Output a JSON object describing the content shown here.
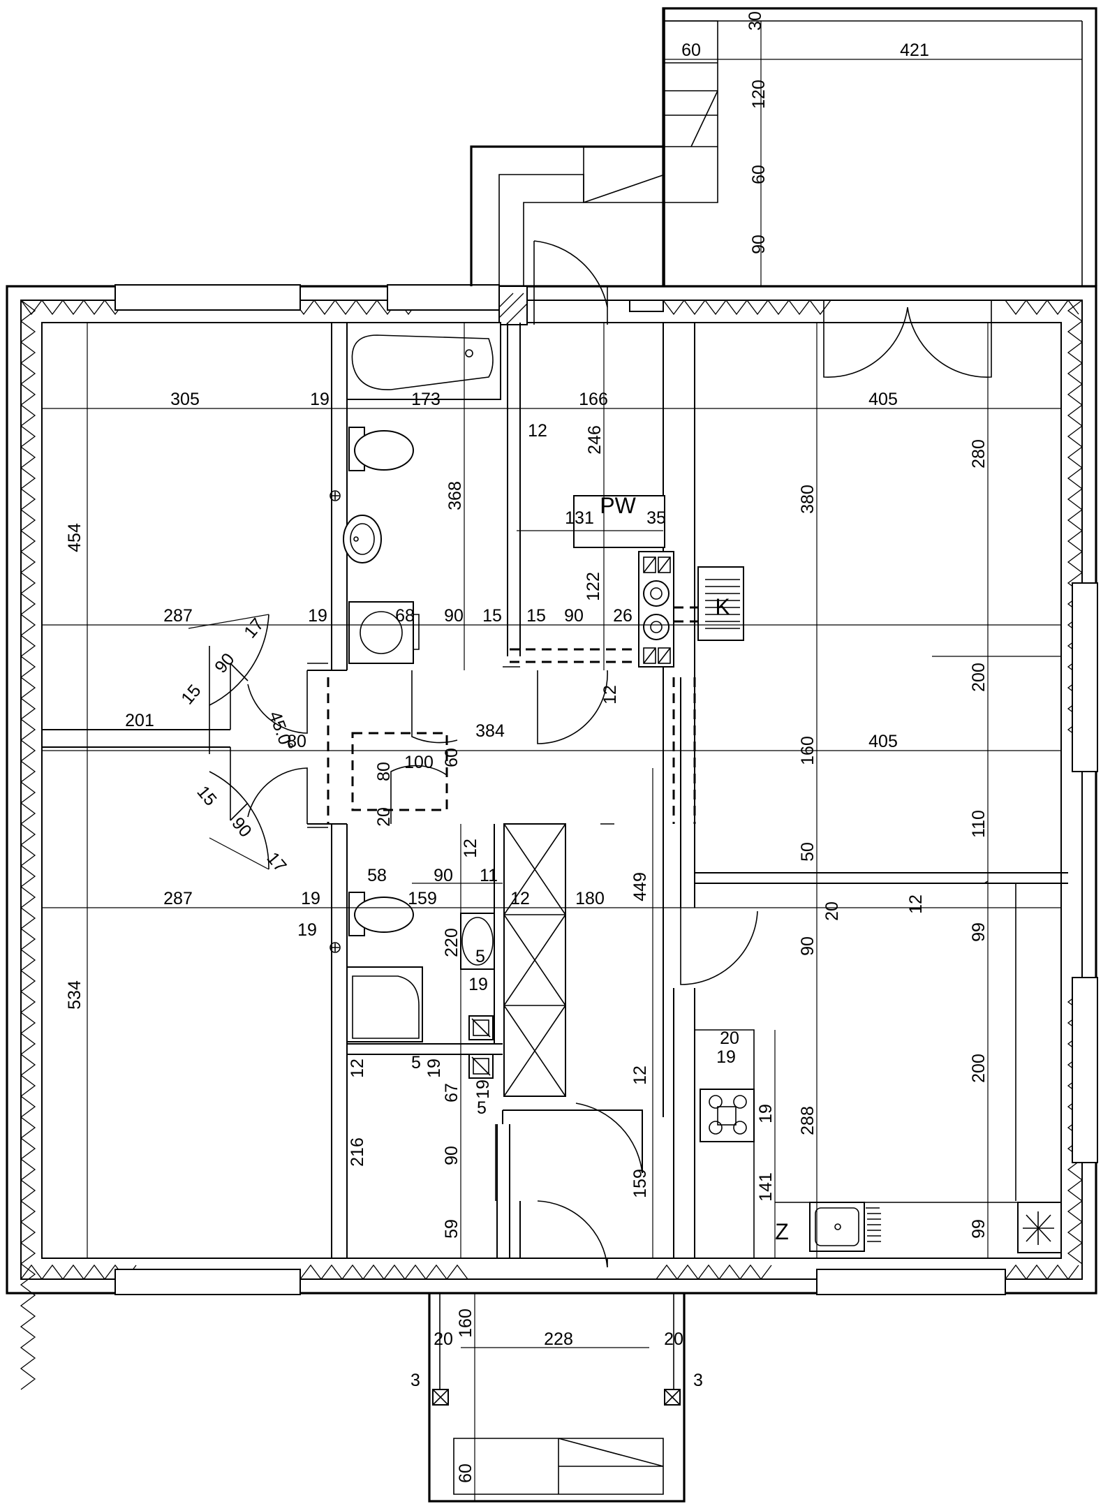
{
  "labels": {
    "pw": "PW",
    "k": "K",
    "z": "Z"
  },
  "dimensions": {
    "top_30": "30",
    "top_60": "60",
    "top_421": "421",
    "right_120": "120",
    "right_60": "60",
    "right_90": "90",
    "row1": [
      "305",
      "19",
      "173",
      "166",
      "405"
    ],
    "v454": "454",
    "v368": "368",
    "v246": "246",
    "v380": "380",
    "v280": "280",
    "l12_a": "12",
    "d131": "131",
    "d35": "35",
    "v122": "122",
    "row2": [
      "287",
      "19",
      "68",
      "90",
      "15",
      "15",
      "90",
      "26"
    ],
    "door_17a": "17",
    "door_90a": "90",
    "door_15a": "15",
    "d45": "45.0°",
    "d201": "201",
    "d80a": "80",
    "d384": "384",
    "l12_b": "12",
    "v200a": "200",
    "d405b": "405",
    "v160": "160",
    "d100": "100",
    "d80b": "80",
    "d60": "60",
    "d20a": "20",
    "door_15b": "15",
    "door_90b": "90",
    "door_17b": "17",
    "v110": "110",
    "v50": "50",
    "l12_c": "12",
    "d58": "58",
    "d90c": "90",
    "d11": "11",
    "row3": [
      "287",
      "19",
      "159",
      "12",
      "180",
      "449"
    ],
    "l19": "19",
    "l20": "20",
    "l12_d": "12",
    "v99a": "99",
    "v220": "220",
    "v90d": "90",
    "d5a": "5",
    "d19b": "19",
    "v534": "534",
    "d20b": "20",
    "d19c": "19",
    "v12e": "12",
    "d5b": "5",
    "d19d": "19",
    "v67": "67",
    "v9": "19",
    "d5c": "5",
    "v12f": "12",
    "v200b": "200",
    "v19e": "19",
    "v288": "288",
    "v216": "216",
    "v90e": "90",
    "v159": "159",
    "v141": "141",
    "v59": "59",
    "v99b": "99",
    "v160b": "160",
    "d20c": "20",
    "d228": "228",
    "d20d": "20",
    "d3a": "3",
    "d3b": "3",
    "v60b": "60"
  }
}
